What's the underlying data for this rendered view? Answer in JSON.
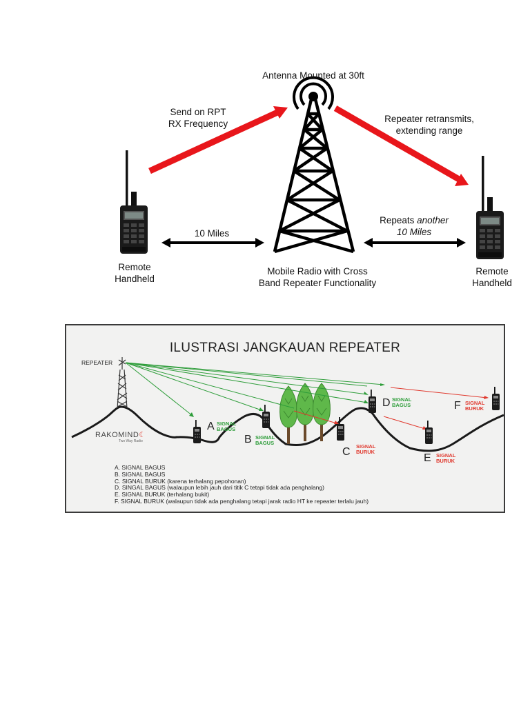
{
  "top_diagram": {
    "antenna_label": "Antenna Mounted at 30ft",
    "send_label": [
      "Send on RPT",
      "RX Frequency"
    ],
    "retransmit_label": [
      "Repeater retransmits,",
      "extending range"
    ],
    "left_distance": "10 Miles",
    "right_distance": {
      "prefix": "Repeats ",
      "emph1": "another",
      "emph2": "10 Miles"
    },
    "left_handheld": [
      "Remote",
      "Handheld"
    ],
    "right_handheld": [
      "Remote",
      "Handheld"
    ],
    "center_label": [
      "Mobile Radio with Cross",
      "Band Repeater Functionality"
    ],
    "colors": {
      "arrow_red": "#e8161b",
      "arrow_black": "#000000"
    },
    "icons": [
      "handheld-radio-icon",
      "tower-icon",
      "antenna-signal-icon"
    ]
  },
  "bottom_diagram": {
    "title": "ILUSTRASI JANGKAUAN REPEATER",
    "repeater_label": "REPEATER",
    "brand": {
      "name": "RAKOMIND",
      "tagline": "Two Way Radio"
    },
    "points": [
      {
        "letter": "A",
        "signal": [
          "SIGNAL",
          "BAGUS"
        ],
        "status": "good"
      },
      {
        "letter": "B",
        "signal": [
          "SIGNAL",
          "BAGUS"
        ],
        "status": "good"
      },
      {
        "letter": "C",
        "signal": [
          "SIGNAL",
          "BURUK"
        ],
        "status": "bad"
      },
      {
        "letter": "D",
        "signal": [
          "SIGNAL",
          "BAGUS"
        ],
        "status": "good"
      },
      {
        "letter": "E",
        "signal": [
          "SIGNAL",
          "BURUK"
        ],
        "status": "bad"
      },
      {
        "letter": "F",
        "signal": [
          "SIGNAL",
          "BURUK"
        ],
        "status": "bad"
      }
    ],
    "legend": [
      "A. SIGNAL BAGUS",
      "B. SIGNAL BAGUS",
      "C. SIGNAL BURUK (karena terhalang pepohonan)",
      "D. SINGAL BAGUS (walaupun lebih jauh dari titik C tetapi tidak ada penghalang)",
      "E. SIGNAL BURUK (terhalang bukit)",
      "F. SIGNAL BURUK (walaupun tidak ada penghalang tetapi jarak radio HT ke repeater terlalu jauh)"
    ],
    "colors": {
      "good": "#2e9d3a",
      "bad": "#e0392e",
      "tree": "#5fb84a",
      "panel_bg": "#f2f2f1"
    },
    "icons": [
      "repeater-tower-icon",
      "handheld-radio-icon",
      "tree-icon"
    ]
  }
}
